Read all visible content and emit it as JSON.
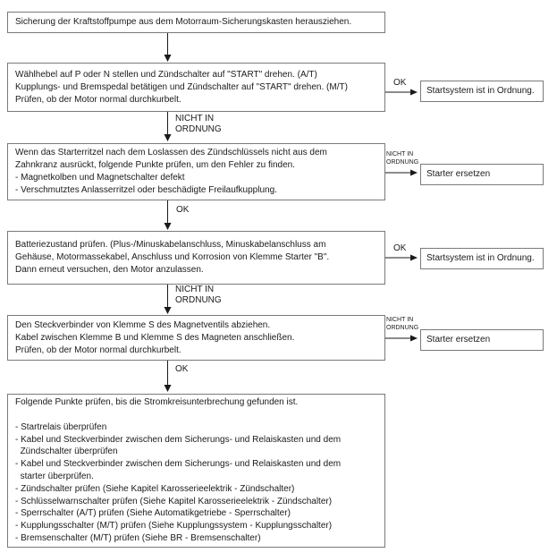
{
  "labels": {
    "ok": "OK",
    "not_ok": "NICHT IN\nORDNUNG"
  },
  "steps": [
    {
      "text": "Sicherung der Kraftstoffpumpe aus dem Motorraum-Sicherungskasten herausziehen."
    },
    {
      "text": "Wählhebel auf P oder N stellen und Zündschalter auf \"START\" drehen. (A/T)\nKupplungs- und Bremspedal betätigen und Zündschalter auf \"START\" drehen. (M/T)\nPrüfen, ob der Motor normal durchkurbelt."
    },
    {
      "text": "Wenn das Starterritzel nach dem Loslassen des Zündschlüssels nicht aus dem\nZahnkranz ausrückt, folgende Punkte prüfen, um den Fehler zu finden.\n- Magnetkolben und Magnetschalter defekt\n- Verschmutztes Anlasserritzel oder beschädigte Freilaufkupplung."
    },
    {
      "text": "Batteriezustand prüfen. (Plus-/Minuskabelanschluss, Minuskabelanschluss am\nGehäuse, Motormassekabel, Anschluss und Korrosion von Klemme Starter \"B\".\nDann erneut versuchen, den Motor anzulassen."
    },
    {
      "text": "Den Steckverbinder von Klemme S des Magnetventils abziehen.\nKabel zwischen Klemme B und Klemme S des Magneten anschließen.\nPrüfen, ob der Motor normal durchkurbelt."
    },
    {
      "text": "Folgende Punkte prüfen, bis die Stromkreisunterbrechung gefunden ist.\n\n- Startrelais überprüfen\n- Kabel und Steckverbinder zwischen dem Sicherungs- und Relaiskasten und dem\n  Zündschalter überprüfen\n- Kabel und Steckverbinder zwischen dem Sicherungs- und Relaiskasten und dem\n  starter überprüfen.\n- Zündschalter prüfen (Siehe Kapitel Karosserieelektrik - Zündschalter)\n- Schlüsselwarnschalter prüfen (Siehe Kapitel Karosserieelektrik - Zündschalter)\n- Sperrschalter (A/T) prüfen (Siehe Automatikgetriebe - Sperrschalter)\n- Kupplungsschalter (M/T) prüfen (Siehe Kupplungssystem - Kupplungsschalter)\n- Bremsenschalter (M/T) prüfen (Siehe BR - Bremsenschalter)"
    }
  ],
  "outcomes": [
    {
      "text": "Startsystem ist in Ordnung."
    },
    {
      "text": "Starter ersetzen"
    },
    {
      "text": "Startsystem ist in Ordnung."
    },
    {
      "text": "Starter ersetzen"
    }
  ]
}
